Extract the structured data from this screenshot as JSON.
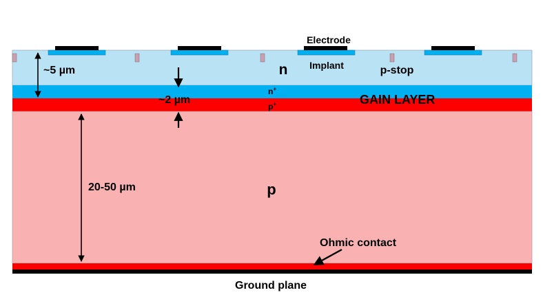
{
  "labels": {
    "electrode": "Electrode",
    "implant": "Implant",
    "n_region": "n",
    "p_stop": "p-stop",
    "n_thickness": "~5 µm",
    "gain_thickness": "~2 µm",
    "n_plus": "n",
    "n_plus_sup": "+",
    "p_plus": "p",
    "p_plus_sup": "+",
    "gain_layer": "GAIN LAYER",
    "bulk_thickness": "20-50 µm",
    "p_bulk": "p",
    "ohmic_contact": "Ohmic contact",
    "ground_plane": "Ground plane"
  },
  "colors": {
    "n_region": "#b9e3f5",
    "n_plus_layer": "#00b0f0",
    "p_plus_layer": "#ff0000",
    "p_bulk": "#f9b1b1",
    "ohmic_contact": "#ff0000",
    "ground_plane": "#000000",
    "electrode": "#000000",
    "implant": "#00b0f0",
    "p_stop": "#c9a0b0"
  },
  "counts": {
    "electrodes": 4,
    "p_stops": 5
  }
}
